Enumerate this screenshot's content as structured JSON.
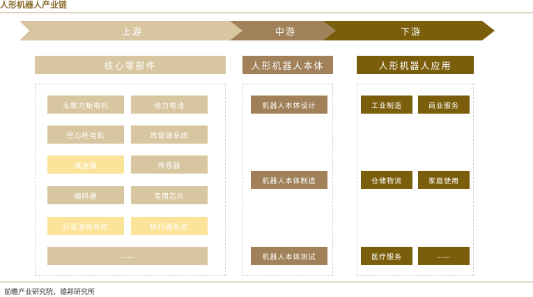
{
  "title": "人形机器人产业链",
  "stages": {
    "upstream": "上游",
    "midstream": "中游",
    "downstream": "下游"
  },
  "columns": {
    "upstream": {
      "header": "核心零部件",
      "items": [
        "无框力矩电机",
        "动力电池",
        "空心杯电机",
        "热管理系统",
        "减速器",
        "传感器",
        "编码器",
        "专用芯片",
        "行星滚珠丝杠",
        "执行器总成",
        "……"
      ]
    },
    "midstream": {
      "header": "人形机器人本体",
      "items": [
        "机器人本体设计",
        "机器人本体制造",
        "机器人本体测试"
      ]
    },
    "downstream": {
      "header": "人形机器人应用",
      "items": [
        "工业制造",
        "商业服务",
        "仓储物流",
        "家庭使用",
        "医疗服务",
        "……"
      ]
    }
  },
  "source": "前瞻产业研究院，德邦研究所",
  "colors": {
    "upstream_arrow": "#d7c6a0",
    "midstream_arrow": "#a0815a",
    "downstream_arrow": "#7a5e0c",
    "highlight": "#fbe39a"
  }
}
